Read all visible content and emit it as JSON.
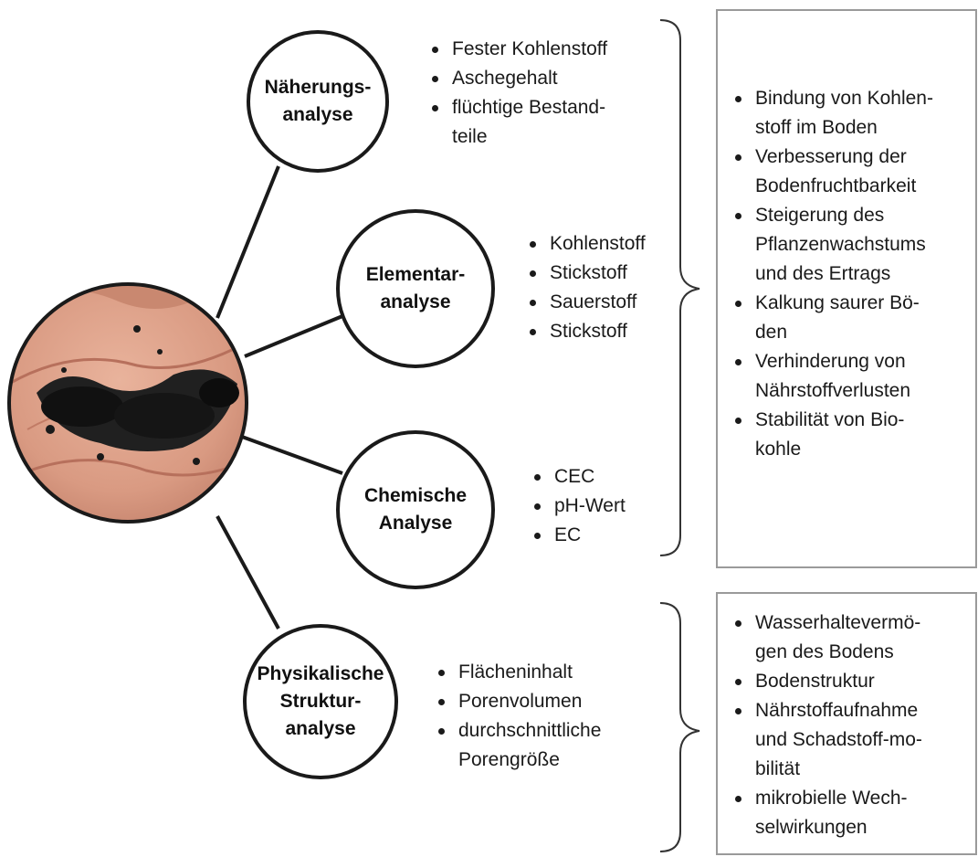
{
  "center_photo": {
    "name": "biochar-in-hand-photo"
  },
  "analyses": [
    {
      "id": "naeherung",
      "label_lines": [
        "Näherungs-",
        "analyse"
      ],
      "items": [
        "Fester Kohlenstoff",
        "Aschegehalt",
        "flüchtige Bestand-",
        "teile"
      ]
    },
    {
      "id": "elementar",
      "label_lines": [
        "Elementar-",
        "analyse"
      ],
      "items": [
        "Kohlenstoff",
        "Stickstoff",
        "Sauerstoff",
        "Stickstoff"
      ]
    },
    {
      "id": "chemisch",
      "label_lines": [
        "Chemische",
        "Analyse"
      ],
      "items": [
        "CEC",
        "pH-Wert",
        "EC"
      ]
    },
    {
      "id": "physikalisch",
      "label_lines": [
        "Physikalische",
        "Struktur-",
        "analyse"
      ],
      "items": [
        "Flächeninhalt",
        "Porenvolumen",
        "durchschnittliche",
        "Porengröße"
      ]
    }
  ],
  "outcome_boxes": [
    {
      "id": "benefits-top",
      "items": [
        "Bindung von Kohlen-",
        "stoff im Boden",
        "Verbesserung der",
        "Bodenfruchtbarkeit",
        "Steigerung des",
        "Pflanzenwachstums",
        "und des Ertrags",
        "Kalkung saurer Bö-",
        "den",
        "Verhinderung von",
        "Nährstoffverlusten",
        "Stabilität von Bio-",
        "kohle"
      ]
    },
    {
      "id": "benefits-bottom",
      "items": [
        "Wasserhaltevermö-",
        "gen des Bodens",
        "Bodenstruktur",
        "Nährstoffaufnahme",
        "und Schadstoff-mo-",
        "bilität",
        "mikrobielle Wech-",
        "selwirkungen"
      ]
    }
  ]
}
